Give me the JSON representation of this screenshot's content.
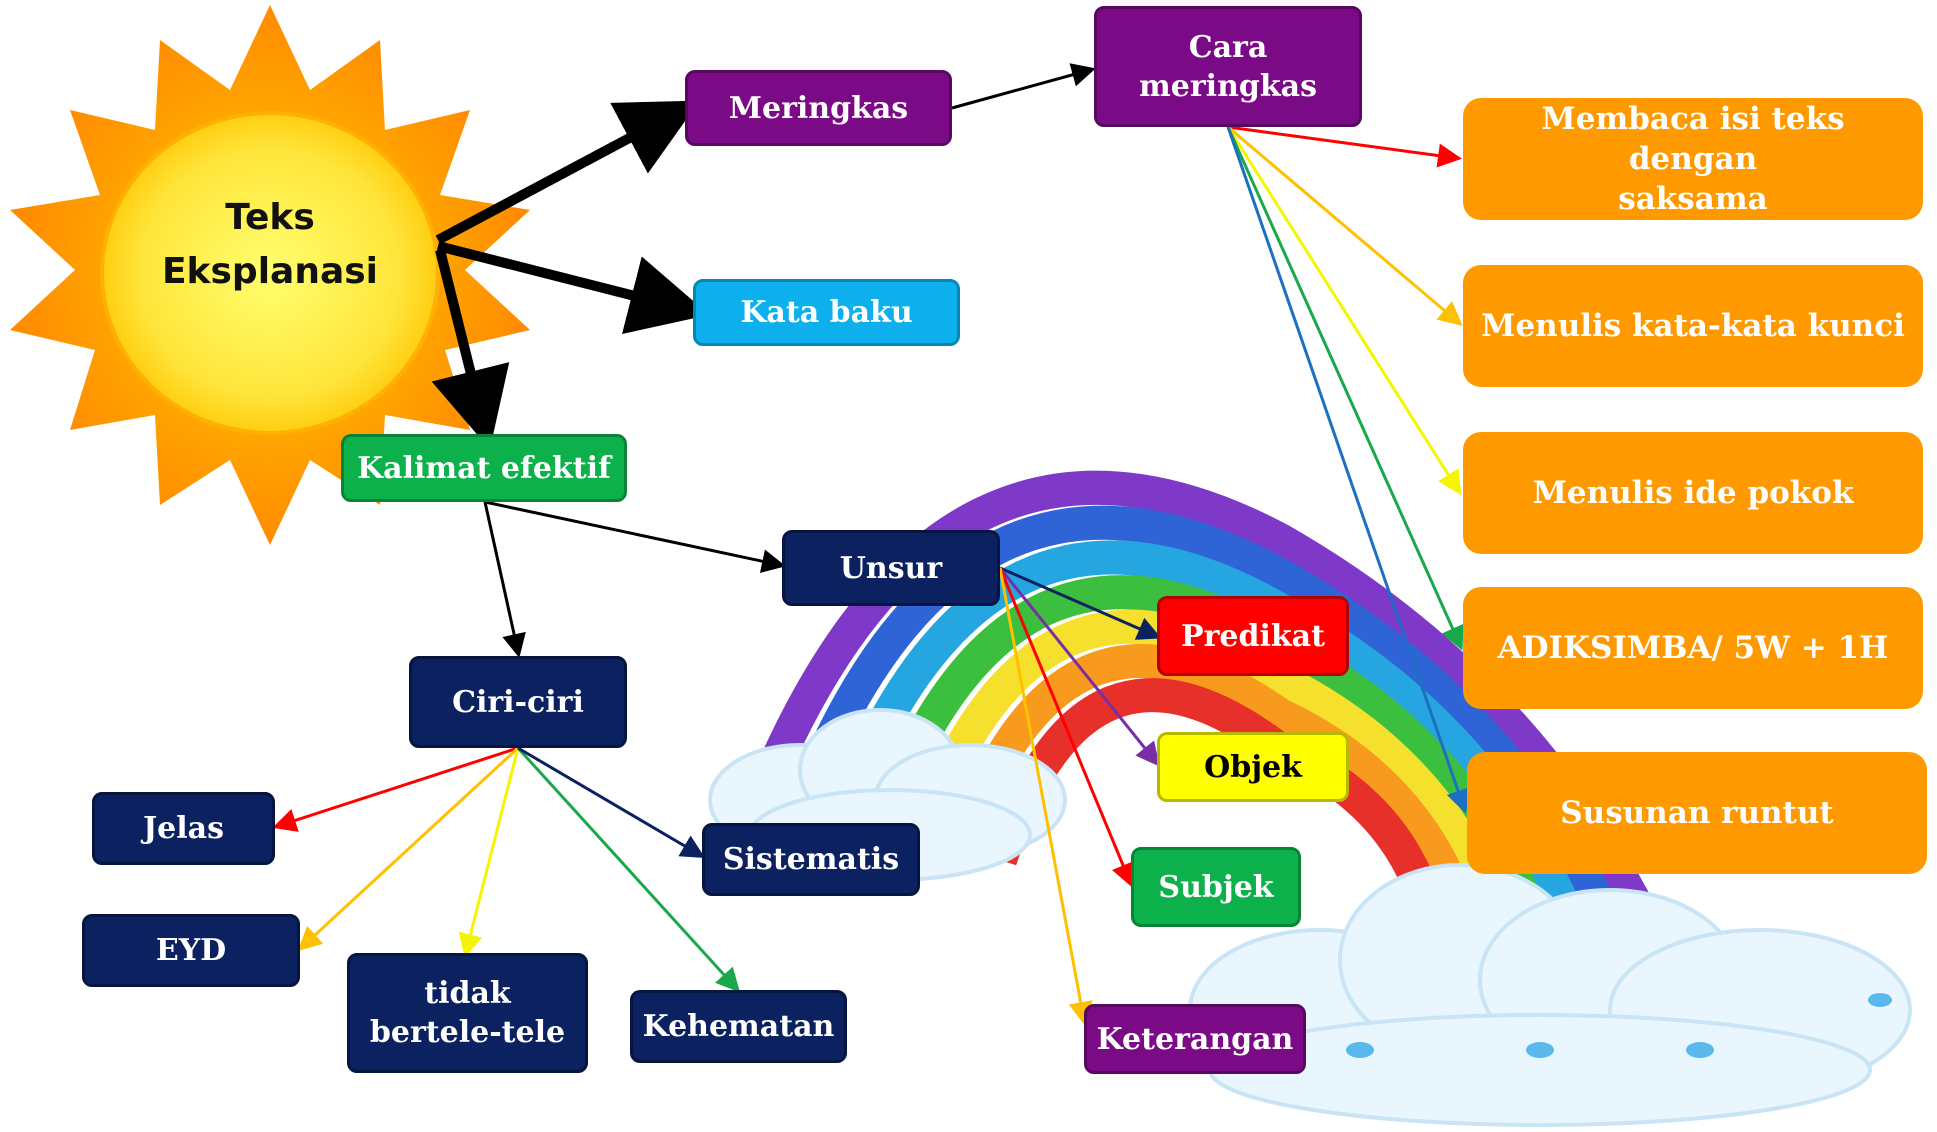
{
  "colors": {
    "navy": "#0b2160",
    "purple": "#7a0a86",
    "green": "#0db14b",
    "cyan": "#0db0ec",
    "red": "#ff0000",
    "yellow": "#ffff00",
    "orange": "#ff9900",
    "sun": "#ffd21a"
  },
  "icons": {
    "sun": "sun-illustration",
    "rainbow": "rainbow-illustration",
    "clouds": "cloud-illustration"
  },
  "root": {
    "label": "Teks\nEksplanasi"
  },
  "branches": {
    "meringkas": "Meringkas",
    "kata_baku": "Kata baku",
    "kalimat_efektif": "Kalimat efektif"
  },
  "cara": {
    "title": "Cara\nmeringkas",
    "steps": [
      "Membaca isi teks dengan\nsaksama",
      "Menulis kata-kata kunci",
      "Menulis ide pokok",
      "ADIKSIMBA/ 5W + 1H",
      "Susunan runtut"
    ]
  },
  "unsur": {
    "title": "Unsur",
    "items": [
      "Predikat",
      "Objek",
      "Subjek",
      "Keterangan"
    ]
  },
  "ciri": {
    "title": "Ciri-ciri",
    "items": [
      "Jelas",
      "EYD",
      "tidak\nbertele-tele",
      "Kehematan",
      "Sistematis"
    ]
  }
}
